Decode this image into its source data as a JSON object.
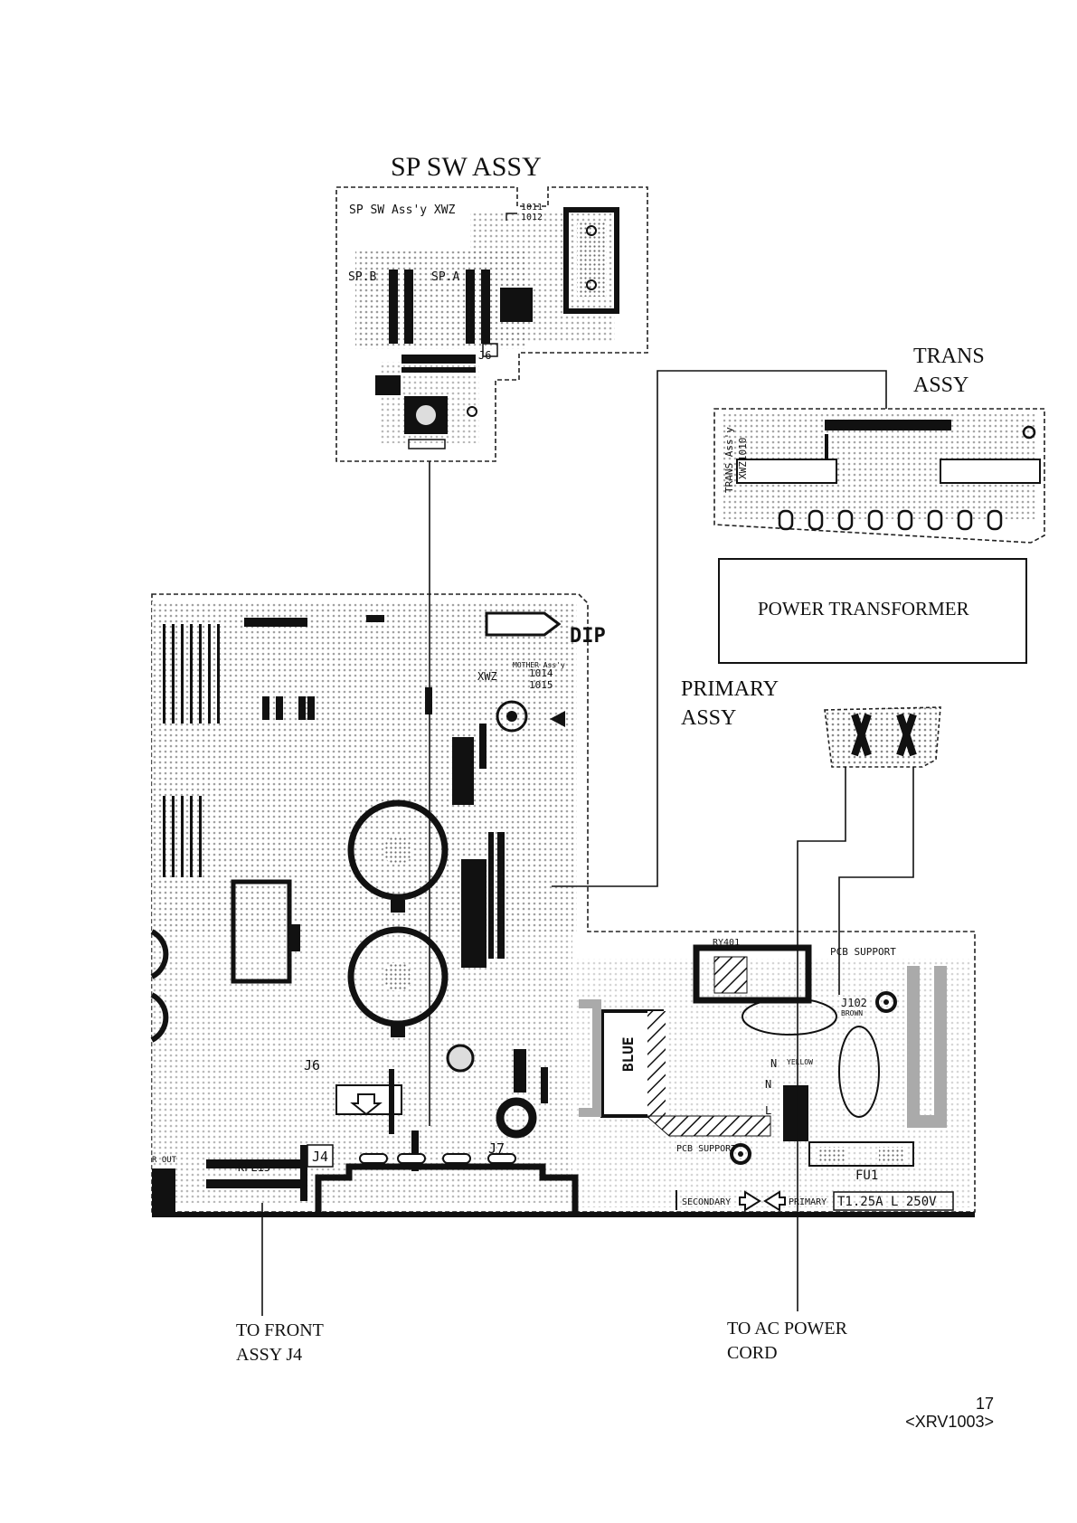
{
  "labels": {
    "sp_sw_assy": "SP SW ASSY",
    "trans_assy_line1": "TRANS",
    "trans_assy_line2": "ASSY",
    "power_transformer": "POWER TRANSFORMER",
    "primary_assy_line1": "PRIMARY",
    "primary_assy_line2": "ASSY",
    "to_front_line1": "TO FRONT",
    "to_front_line2": "ASSY J4",
    "to_ac_line1": "TO AC POWER",
    "to_ac_line2": "CORD"
  },
  "pcb_text": {
    "sp_sw_assy_name": "SP SW Ass'y XWZ",
    "sp_sw_code1": "1011",
    "sp_sw_code2": "1012",
    "sp_b": "SP.B",
    "sp_a": "SP.A",
    "j6": "J6",
    "dip": "DIP",
    "mother_assy": "MOTHER Ass'y",
    "mother_xwz": "XWZ",
    "mother_code1": "1014",
    "mother_code2": "1015",
    "trans_assy_name": "TRANS Ass'y",
    "trans_xwz": "XWZ1010",
    "ry401": "RY401",
    "pcb_support_top": "PCB SUPPORT",
    "j102": "J102",
    "brown": "BROWN",
    "yellow": "YELLOW",
    "blue": "BLUE",
    "kpe15": "KPE15",
    "j4": "J4",
    "j7": "J7",
    "pcb_support_bottom": "PCB\nSUPPORT",
    "fu1": "FU1",
    "secondary": "SECONDARY",
    "primary": "PRIMARY",
    "fuse_rating": "T1.25A L 250V",
    "n_label": "N",
    "l_label": "L",
    "r_out": "R OUT"
  },
  "page": {
    "number": "17",
    "doc_code": "<XRV1003>"
  }
}
